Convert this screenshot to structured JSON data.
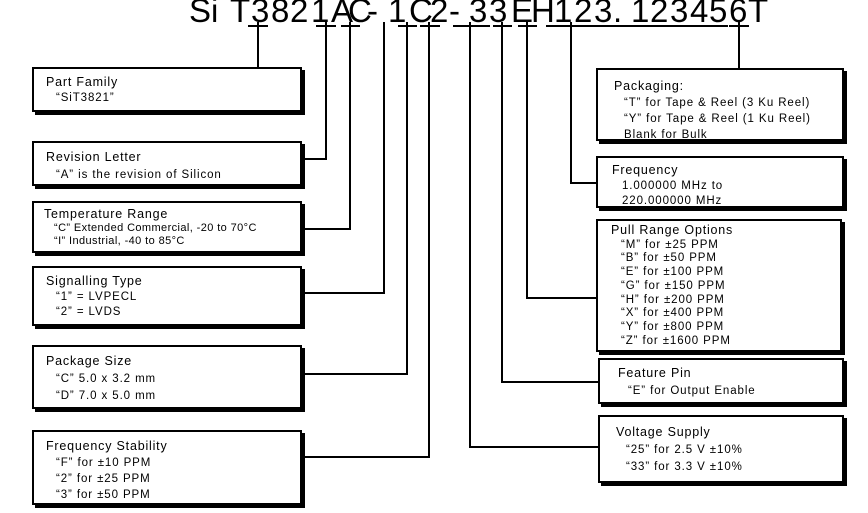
{
  "code_chars": [
    "S",
    "i",
    "T",
    "3",
    "8",
    "2",
    "1",
    "A",
    "C",
    "-",
    "1",
    "C",
    "2",
    "-",
    "3",
    "3",
    "E",
    "H",
    "1",
    "2",
    "3",
    ".",
    "1",
    "2",
    "3",
    "4",
    "5",
    "6",
    "T"
  ],
  "boxes": {
    "part_family": {
      "title": "Part Family",
      "lines": [
        "“SiT3821”"
      ]
    },
    "revision": {
      "title": "Revision Letter",
      "lines": [
        "“A” is the revision of Silicon"
      ]
    },
    "temperature": {
      "title": "Temperature Range",
      "lines": [
        "“C”  Extended Commercial, -20 to 70°C",
        "“I”    Industrial, -40 to 85°C"
      ]
    },
    "signalling": {
      "title": "Signalling Type",
      "lines": [
        "“1” = LVPECL",
        "“2” = LVDS"
      ]
    },
    "package": {
      "title": "Package Size",
      "lines": [
        "“C”  5.0 x 3.2 mm",
        "“D”  7.0 x 5.0 mm"
      ]
    },
    "stability": {
      "title": "Frequency Stability",
      "lines": [
        "“F” for ±10 PPM",
        "“2” for ±25 PPM",
        "“3” for ±50 PPM"
      ]
    },
    "packaging": {
      "title": "Packaging:",
      "lines": [
        "“T” for Tape & Reel (3 Ku Reel)",
        "“Y” for Tape & Reel (1 Ku Reel)",
        "Blank  for Bulk"
      ]
    },
    "frequency": {
      "title": "Frequency",
      "lines": [
        "1.000000 MHz to",
        "220.000000 MHz"
      ]
    },
    "pull_range": {
      "title": "Pull Range Options",
      "lines": [
        "“M” for ±25 PPM",
        "“B” for ±50 PPM",
        "“E” for ±100 PPM",
        "“G” for ±150 PPM",
        "“H” for ±200 PPM",
        "“X” for ±400 PPM",
        "“Y” for ±800 PPM",
        "“Z” for ±1600 PPM"
      ]
    },
    "feature_pin": {
      "title": "Feature Pin",
      "lines": [
        "“E” for Output Enable"
      ]
    },
    "voltage": {
      "title": "Voltage Supply",
      "lines": [
        "“25” for 2.5 V ±10%",
        "“33” for 3.3 V ±10%"
      ]
    }
  }
}
